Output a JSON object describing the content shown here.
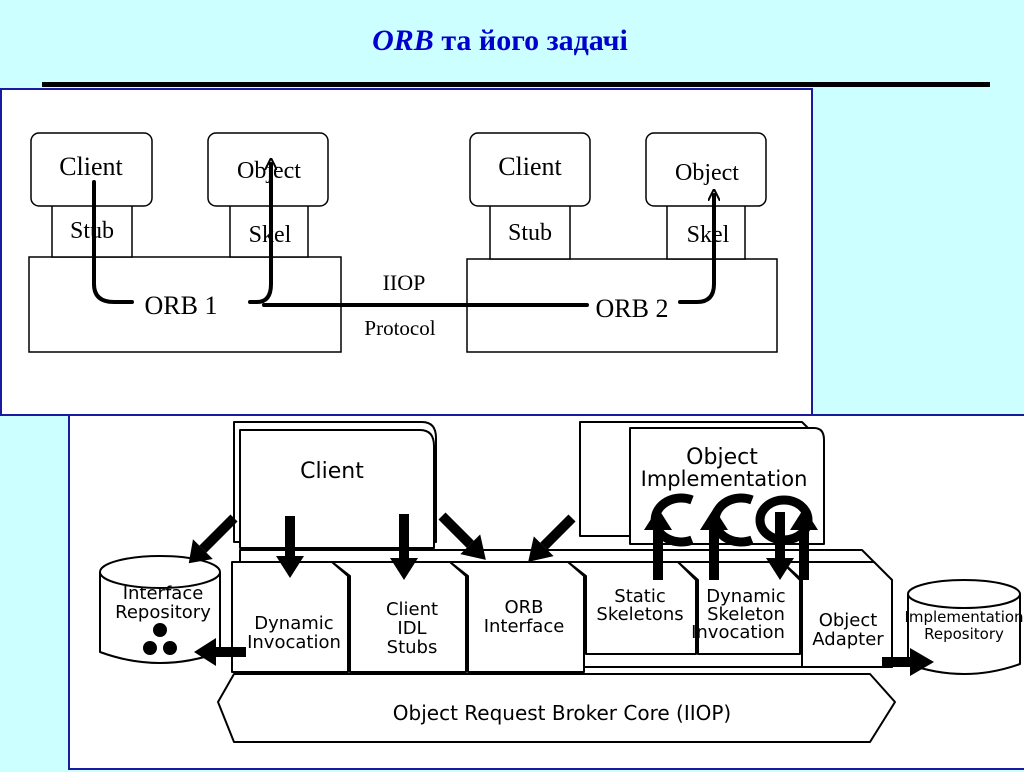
{
  "header": {
    "title_em": "ORB",
    "title_rest": " та його задачі"
  },
  "top_diagram": {
    "left_client": "Client",
    "left_object": "Object",
    "left_stub": "Stub",
    "left_skel": "Skel",
    "orb1": "ORB 1",
    "right_client": "Client",
    "right_object": "Object",
    "right_stub": "Stub",
    "right_skel": "Skel",
    "orb2": "ORB 2",
    "protocol_name": "IIOP",
    "protocol_label": "Protocol"
  },
  "bottom_diagram": {
    "client": "Client",
    "object_impl_line1": "Object",
    "object_impl_line2": "Implementation",
    "interface_repo_line1": "Interface",
    "interface_repo_line2": "Repository",
    "dynamic_invocation_line1": "Dynamic",
    "dynamic_invocation_line2": "Invocation",
    "client_idl_line1": "Client",
    "client_idl_line2": "IDL",
    "client_idl_line3": "Stubs",
    "orb_interface_line1": "ORB",
    "orb_interface_line2": "Interface",
    "static_skel_line1": "Static",
    "static_skel_line2": "Skeletons",
    "dyn_skel_line1": "Dynamic",
    "dyn_skel_line2": "Skeleton",
    "dyn_skel_line3": "Invocation",
    "object_adapter_line1": "Object",
    "object_adapter_line2": "Adapter",
    "impl_repo_line1": "Implementation",
    "impl_repo_line2": "Repository",
    "orb_core": "Object Request Broker Core (IIOP)"
  }
}
